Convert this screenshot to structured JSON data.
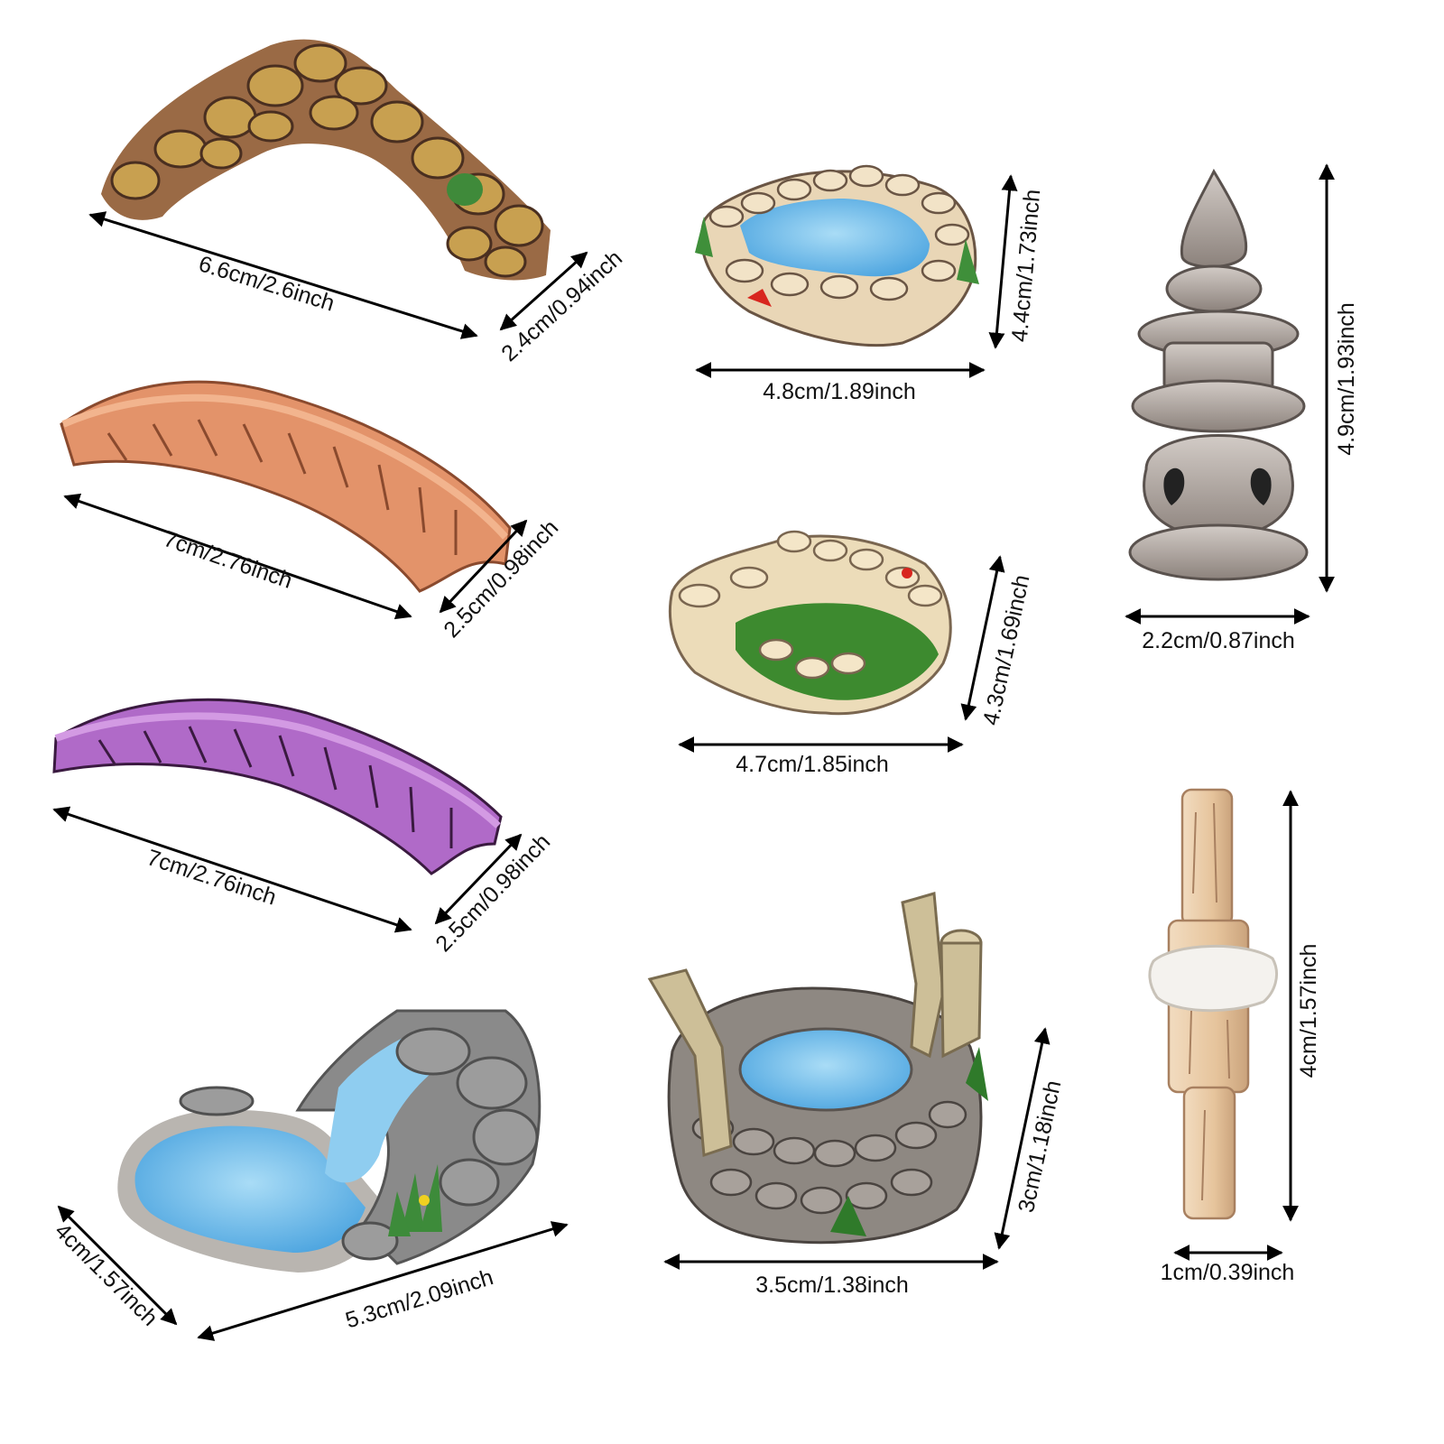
{
  "photo": {
    "background": "#ffffff",
    "dimension_color": "#000000"
  },
  "items": [
    {
      "id": "stone-arch-bridge",
      "colors": {
        "base": "#9a6a45",
        "light": "#c8a050",
        "dark": "#4a2f20",
        "accent": "#3f8a3a"
      },
      "dimensions": [
        "6.6cm/2.6inch",
        "2.4cm/0.94inch"
      ]
    },
    {
      "id": "orange-wood-bridge",
      "colors": {
        "base": "#e3936a",
        "light": "#f2b48e",
        "dark": "#8a4a2e"
      },
      "dimensions": [
        "7cm/2.76inch",
        "2.5cm/0.98inch"
      ]
    },
    {
      "id": "purple-wood-bridge",
      "colors": {
        "base": "#b06ac8",
        "light": "#d39ae3",
        "dark": "#3a1a40"
      },
      "dimensions": [
        "7cm/2.76inch",
        "2.5cm/0.98inch"
      ]
    },
    {
      "id": "waterfall-pond",
      "colors": {
        "water": "#7ec3ea",
        "rock": "#8a8a8a",
        "rim": "#b9b5b0",
        "grass": "#3d8b3a",
        "flower": "#f0d020"
      },
      "dimensions": [
        "4cm/1.57inch",
        "5.3cm/2.09inch"
      ]
    },
    {
      "id": "log-pond",
      "colors": {
        "water": "#6fb8ea",
        "log": "#e9d6b6",
        "bark": "#6a5544",
        "grass": "#3f8f3a",
        "koi": "#d8261f"
      },
      "dimensions": [
        "4.8cm/1.89inch",
        "4.4cm/1.73inch"
      ]
    },
    {
      "id": "log-grass-patch",
      "colors": {
        "log": "#ecdcb9",
        "bark": "#7a6650",
        "grass": "#3d8a2f"
      },
      "dimensions": [
        "4.7cm/1.85inch",
        "4.3cm/1.69inch"
      ]
    },
    {
      "id": "stone-well",
      "colors": {
        "water": "#62b4ea",
        "stone": "#8e8882",
        "post": "#cdbf98",
        "grass": "#2f7a2a"
      },
      "dimensions": [
        "3.5cm/1.38inch",
        "3cm/1.18inch"
      ]
    },
    {
      "id": "stone-lantern-tower",
      "colors": {
        "stone": "#a89e98",
        "light": "#cfc8c3",
        "dark": "#5a524e"
      },
      "dimensions": [
        "2.2cm/0.87inch",
        "4.9cm/1.93inch"
      ]
    },
    {
      "id": "wood-post",
      "colors": {
        "wood": "#e8c9a4",
        "rope": "#f4f2ee",
        "grain": "#a88060"
      },
      "dimensions": [
        "1cm/0.39inch",
        "4cm/1.57inch"
      ]
    }
  ]
}
